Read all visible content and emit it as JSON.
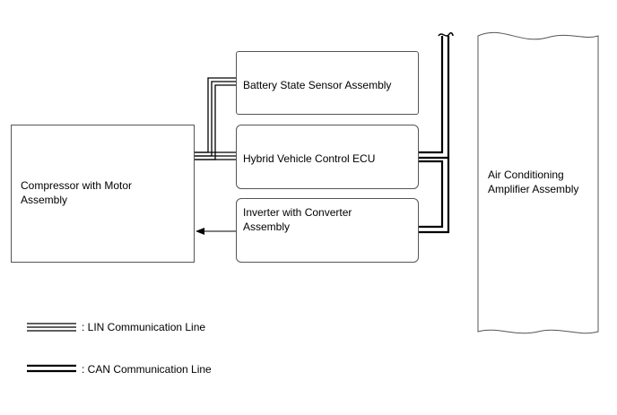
{
  "components": {
    "compressor": "Compressor with Motor Assembly",
    "battery_sensor": "Battery State Sensor Assembly",
    "hybrid_ecu": "Hybrid Vehicle Control ECU",
    "inverter": "Inverter with Converter Assembly",
    "ac_amplifier": "Air Conditioning Amplifier Assembly"
  },
  "legend": {
    "lin": ": LIN Communication Line",
    "can": ": CAN Communication Line"
  }
}
